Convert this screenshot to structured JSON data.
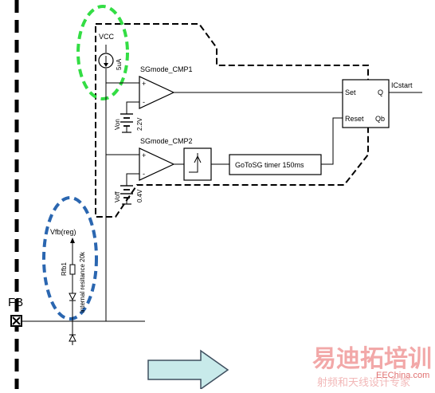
{
  "labels": {
    "vcc": "VCC",
    "current_source": "5uA",
    "cmp1": "SGmode_CMP1",
    "cmp2": "SGmode_CMP2",
    "von": "Von",
    "von_value": "2.2V",
    "voff": "Voff",
    "voff_value": "0.4V",
    "plus": "+",
    "minus": "-",
    "set": "Set",
    "reset": "Reset",
    "q": "Q",
    "qb": "Qb",
    "icstart": "ICstart",
    "timer": "GoToSG timer 150ms",
    "vfb_reg": "Vfb(reg)",
    "rfb": "Rfb1",
    "internal_resistance": "internal resitance 20k",
    "fb": "FB"
  },
  "watermark": {
    "brand": "易迪拓培训",
    "slogan": "射频和天线设计专家",
    "site": "EEChina.com"
  },
  "colors": {
    "green_highlight": "#33dd44",
    "blue_highlight": "#2a66b0",
    "arrow_fill": "#c8eaea",
    "arrow_stroke": "#3f4f5f",
    "line": "#000000"
  },
  "icons": {
    "fb_pin": "square-x-pin-icon",
    "arrow": "right-arrow-icon"
  }
}
